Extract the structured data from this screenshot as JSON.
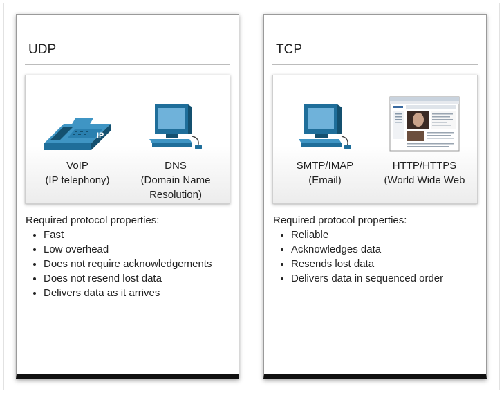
{
  "udp": {
    "title": "UDP",
    "apps": [
      {
        "line1": "VoIP",
        "line2": "(IP telephony)",
        "line3": "",
        "icon": "ip-phone-icon"
      },
      {
        "line1": "DNS",
        "line2": "(Domain Name",
        "line3": "Resolution)",
        "icon": "computer-icon"
      }
    ],
    "properties_heading": "Required protocol properties:",
    "properties": [
      "Fast",
      "Low overhead",
      "Does not require acknowledgements",
      "Does not resend lost data",
      "Delivers data as it arrives"
    ],
    "phone_badge": "IP"
  },
  "tcp": {
    "title": "TCP",
    "apps": [
      {
        "line1": "SMTP/IMAP",
        "line2": "(Email)",
        "line3": "",
        "icon": "computer-icon"
      },
      {
        "line1": "HTTP/HTTPS",
        "line2": "(World Wide Web",
        "line3": "",
        "icon": "webpage-icon"
      }
    ],
    "properties_heading": "Required protocol properties:",
    "properties": [
      "Reliable",
      "Acknowledges data",
      "Resends lost data",
      "Delivers data in sequenced order"
    ]
  },
  "colors": {
    "device_blue": "#1f6e9a",
    "device_light": "#3f95c4",
    "device_dark": "#14506f",
    "border": "#9a9a9a",
    "shadow": "#111111"
  }
}
